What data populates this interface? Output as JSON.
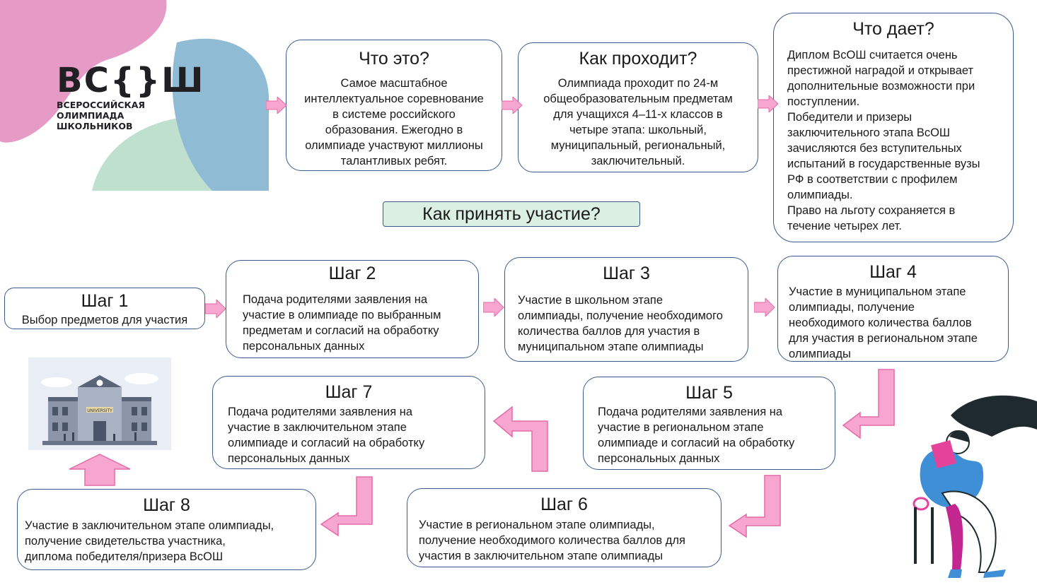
{
  "logo": {
    "mark": "ВС{}Ш",
    "subtitle_lines": [
      "ВСЕРОССИЙСКАЯ",
      "ОЛИМПИАДА",
      "ШКОЛЬНИКОВ"
    ]
  },
  "info": {
    "what": {
      "title": "Что это?",
      "lines": [
        "Самое масштабное",
        "интеллектуальное соревнование",
        "в системе российского",
        "образования. Ежегодно в",
        "олимпиаде участвуют миллионы",
        "талантливых ребят."
      ]
    },
    "how": {
      "title": "Как проходит?",
      "lines": [
        "Олимпиада проходит по 24-м",
        "общеобразовательным предметам",
        "для учащихся 4–11-х классов в",
        "четыре этапа: школьный,",
        "муниципальный, региональный,",
        "заключительный."
      ]
    },
    "gives": {
      "title": "Что дает?",
      "lines": [
        "Диплом ВсОШ считается очень",
        "престижной наградой и открывает",
        "дополнительные возможности при",
        "поступлении.",
        "Победители и призеры",
        "заключительного этапа ВсОШ",
        "зачисляются без вступительных",
        "испытаний в государственные вузы",
        "РФ в соответствии с профилем",
        "олимпиады.",
        "Право на льготу сохраняется в",
        "течение четырех лет."
      ]
    }
  },
  "cta": "Как принять участие?",
  "steps": [
    {
      "title": "Шаг 1",
      "lines": [
        "Выбор предметов для участия"
      ]
    },
    {
      "title": "Шаг 2",
      "lines": [
        "Подача родителями заявления на",
        "участие в олимпиаде по выбранным",
        "предметам и согласий на обработку",
        "персональных данных"
      ]
    },
    {
      "title": "Шаг 3",
      "lines": [
        "Участие в школьном этапе",
        "олимпиады, получение необходимого",
        "количества баллов для участия в",
        "муниципальном этапе олимпиады"
      ]
    },
    {
      "title": "Шаг 4",
      "lines": [
        "Участие в муниципальном этапе",
        "олимпиады, получение",
        "необходимого количества баллов",
        "для участия в региональном этапе",
        "олимпиады"
      ]
    },
    {
      "title": "Шаг 5",
      "lines": [
        "Подача родителями заявления на",
        "участие в региональном этапе",
        "олимпиаде и согласий на обработку",
        "персональных данных"
      ]
    },
    {
      "title": "Шаг 6",
      "lines": [
        "Участие в региональном этапе олимпиады,",
        "получение необходимого количества баллов для",
        "участия в заключительном этапе олимпиады"
      ]
    },
    {
      "title": "Шаг 7",
      "lines": [
        "Подача родителями заявления на",
        "участие в заключительном этапе",
        "олимпиаде и согласий на обработку",
        "персональных данных"
      ]
    },
    {
      "title": "Шаг 8",
      "lines": [
        "Участие в заключительном этапе олимпиады,",
        "получение свидетельства участника,",
        "диплома победителя/призера ВсОШ"
      ]
    }
  ],
  "university_sign": "UNIVERSITY",
  "colors": {
    "border": "#3b5a8c",
    "arrow_fill": "#f7a6cf",
    "arrow_stroke": "#e36aa8",
    "cta_bg": "#dcefe3",
    "blob_pink": "#e69ac6",
    "blob_blue": "#8fbcd4",
    "blob_green": "#bfe0cf"
  }
}
